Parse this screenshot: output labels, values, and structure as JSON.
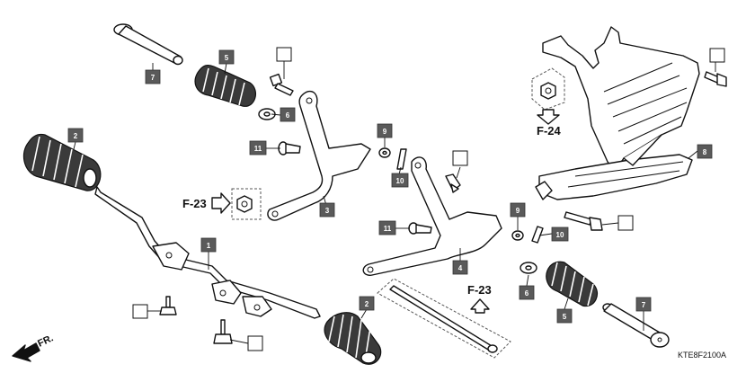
{
  "diagram": {
    "code": "KTE8F2100A",
    "front_label": "FR.",
    "refs": [
      "F-23",
      "F-24",
      "F-23"
    ],
    "callouts": [
      {
        "id": "c7a",
        "label": "7"
      },
      {
        "id": "c5a",
        "label": "5"
      },
      {
        "id": "c6a",
        "label": "6"
      },
      {
        "id": "c11a",
        "label": "11"
      },
      {
        "id": "c2a",
        "label": "2"
      },
      {
        "id": "c1",
        "label": "1"
      },
      {
        "id": "c3",
        "label": "3"
      },
      {
        "id": "c9a",
        "label": "9"
      },
      {
        "id": "c10a",
        "label": "10"
      },
      {
        "id": "c11b",
        "label": "11"
      },
      {
        "id": "c4",
        "label": "4"
      },
      {
        "id": "c2b",
        "label": "2"
      },
      {
        "id": "c8",
        "label": "8"
      },
      {
        "id": "c9b",
        "label": "9"
      },
      {
        "id": "c10b",
        "label": "10"
      },
      {
        "id": "c6b",
        "label": "6"
      },
      {
        "id": "c5b",
        "label": "5"
      },
      {
        "id": "c7b",
        "label": "7"
      }
    ]
  }
}
